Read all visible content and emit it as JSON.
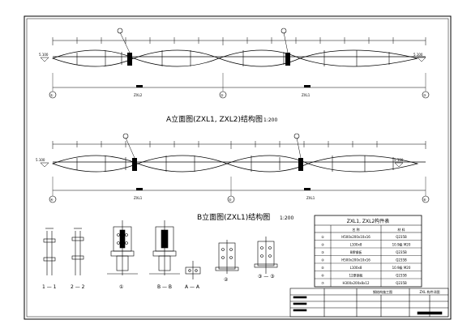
{
  "elevations": {
    "a": {
      "title": "A立面图(ZXL1, ZXL2)结构图",
      "scale": "1:200",
      "span_left": "ZXL2",
      "span_right": "ZXL1",
      "axis_marks": [
        "①",
        "②",
        "③"
      ],
      "elev_left": "5.100",
      "elev_right": "5.100"
    },
    "b": {
      "title": "B立面图(ZXL1)结构图",
      "scale": "1:200",
      "span_left": "ZXL1",
      "span_right": "ZXL1",
      "axis_marks": [
        "④",
        "⑤",
        "⑥"
      ],
      "elev_left": "5.100",
      "elev_right": "5.100"
    }
  },
  "sections": {
    "s11": "1 — 1",
    "s22": "2 — 2",
    "n1": "①",
    "b_b": "B — B",
    "a_a": "A — A",
    "n2": "②",
    "n3": "③ — ③"
  },
  "material_table": {
    "title": "ZXL1, ZXL2构件表",
    "headers": [
      "",
      "名 称",
      "材 料"
    ],
    "rows": [
      [
        "①",
        "H500x200x10x16",
        "Q235B"
      ],
      [
        "②",
        "L100x8",
        "10.9级 M20"
      ],
      [
        "③",
        "8厚钢板",
        "Q235B"
      ],
      [
        "④",
        "H500x200x10x16",
        "Q235B"
      ],
      [
        "⑤",
        "L100x8",
        "10.9级 M20"
      ],
      [
        "⑥",
        "12厚钢板",
        "Q235B"
      ],
      [
        "⑦",
        "H300x200x8x12",
        "Q235B"
      ]
    ]
  },
  "title_block": {
    "project": "钢结构施工图",
    "drawing": "ZXL 构件详图"
  },
  "colors": {
    "line": "#000000",
    "paper": "#ffffff"
  }
}
